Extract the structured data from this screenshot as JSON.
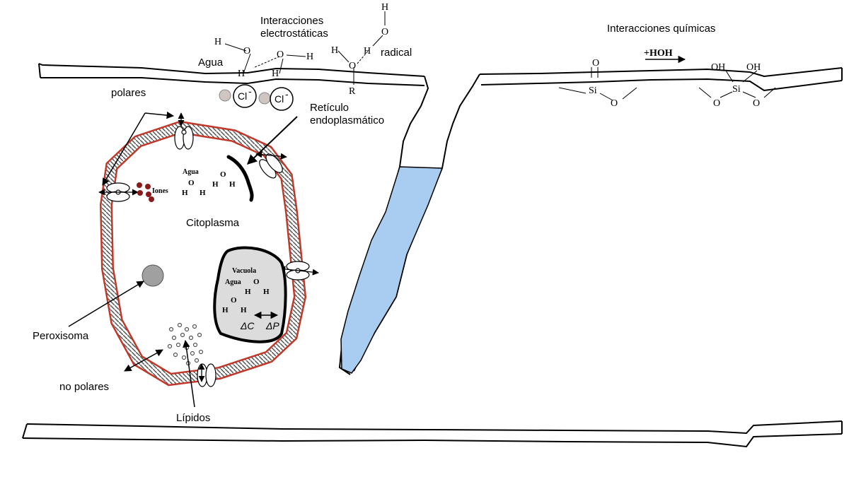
{
  "labels": {
    "electrostatic": [
      "Interacciones",
      "electrostáticas"
    ],
    "chemical": "Interacciones químicas",
    "agua_top": "Agua",
    "radical": "radical",
    "polares": "polares",
    "reticulo": [
      "Retículo",
      "endoplasmático"
    ],
    "citoplasma": "Citoplasma",
    "peroxisoma": "Peroxisoma",
    "no_polares": "no polares",
    "lipidos": "Lípidos",
    "iones": "Iones",
    "agua_cell": "Agua",
    "vacuola": "Vacuola",
    "agua_vacuola": "Agua",
    "delta_c": "ΔC",
    "delta_p": "ΔP"
  },
  "chem": {
    "H": "H",
    "O": "O",
    "R": "R",
    "Si": "Si",
    "OH": "OH",
    "cl": "Cl",
    "cl_charge": "-",
    "hoh": "+HOH"
  },
  "colors": {
    "water_fill": "#a8cdf0",
    "vacuole_fill": "#dcdcdc",
    "membrane_outer": "#c0392b",
    "membrane_dark": "#333333",
    "peroxisome_fill": "#a0a0a0",
    "ion_fill": "#8b1a1a",
    "chloride_halo": "#cfc6c2"
  }
}
